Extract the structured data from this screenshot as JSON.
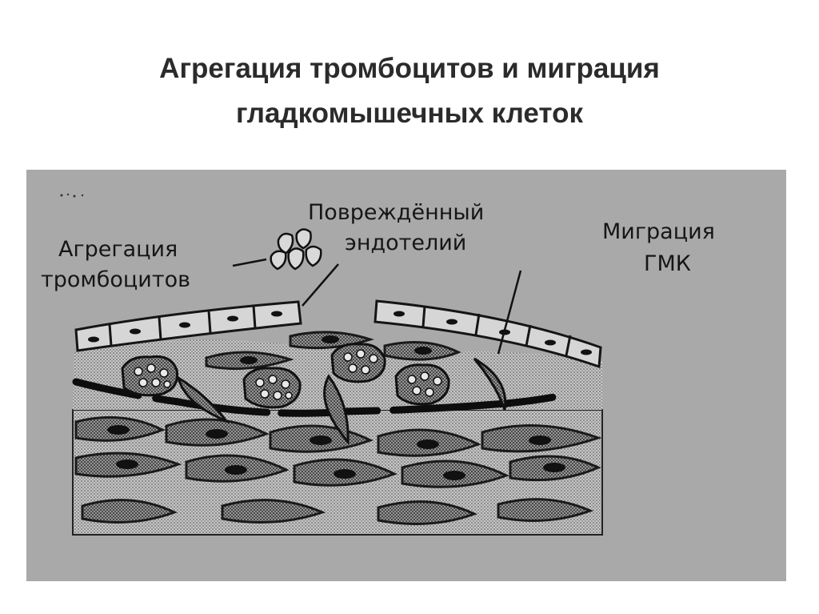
{
  "slide": {
    "title_line1": "Агрегация тромбоцитов и миграция",
    "title_line2": "гладкомышечных клеток"
  },
  "figure": {
    "labels": {
      "platelets_line1": "Агрегация",
      "platelets_line2": "тромбоцитов",
      "endothelium_line1": "Повреждённый",
      "endothelium_line2": "эндотелий",
      "smc_line1": "Миграция",
      "smc_line2": "ГМК"
    },
    "colors": {
      "panel": "#a9a9a9",
      "ink": "#161616",
      "cell_fill": "#d6d6d6",
      "tissue_fill": "#8c8c8c"
    }
  }
}
